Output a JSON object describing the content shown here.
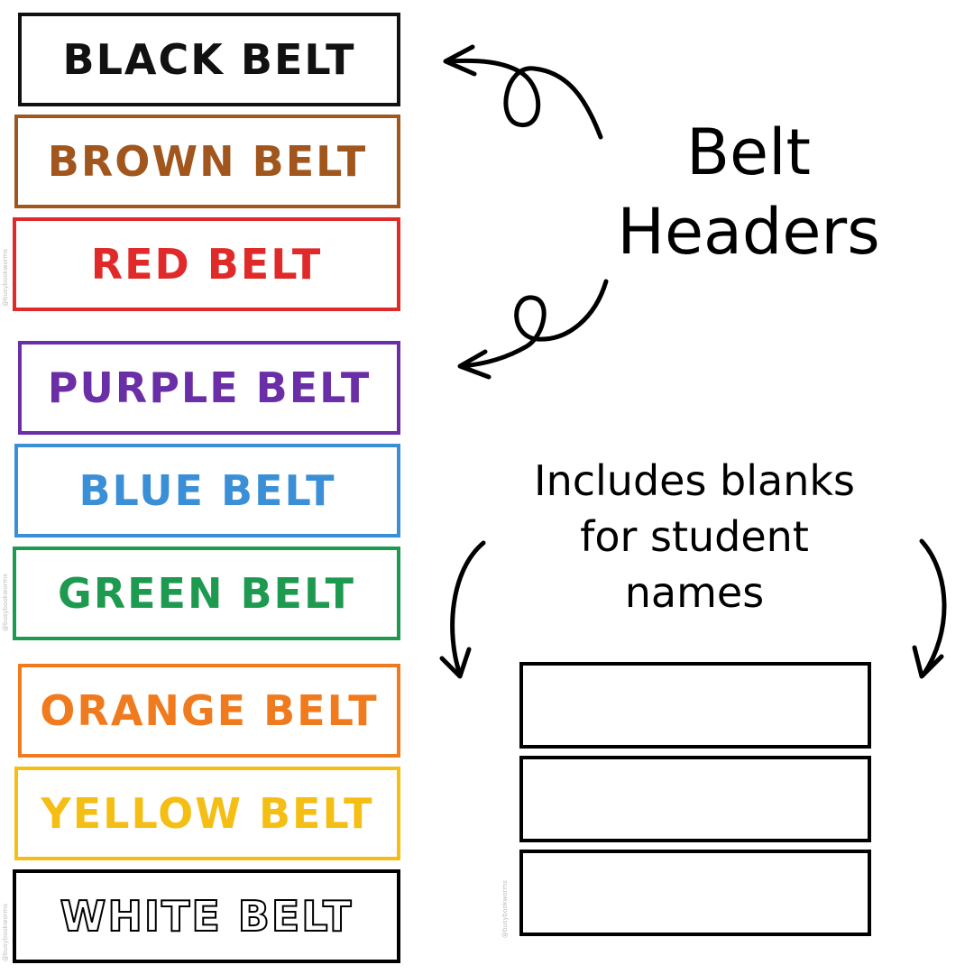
{
  "belts": [
    {
      "label": "BLACK BELT",
      "color": "#111111"
    },
    {
      "label": "BROWN BELT",
      "color": "#a0561c"
    },
    {
      "label": "RED BELT",
      "color": "#e02a2a"
    },
    {
      "label": "PURPLE BELT",
      "color": "#6a2fa6"
    },
    {
      "label": "BLUE BELT",
      "color": "#3a8fd6"
    },
    {
      "label": "GREEN BELT",
      "color": "#1e9a50"
    },
    {
      "label": "ORANGE BELT",
      "color": "#f07b1e"
    },
    {
      "label": "YELLOW BELT",
      "color": "#f5be14"
    },
    {
      "label": "WHITE BELT",
      "color": "#000000"
    }
  ],
  "heading": {
    "line1": "Belt",
    "line2": "Headers"
  },
  "note": {
    "line1": "Includes blanks",
    "line2": "for student",
    "line3": "names"
  },
  "watermark": "@busybookworms"
}
